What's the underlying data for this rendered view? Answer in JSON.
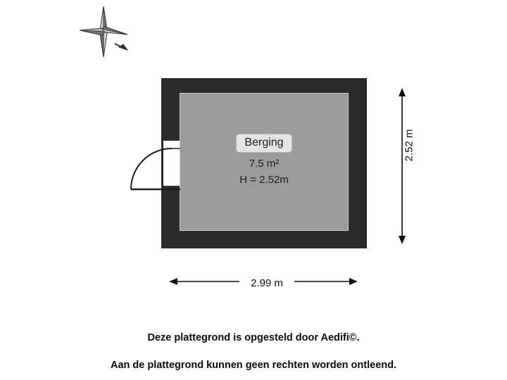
{
  "plan": {
    "room": {
      "name": "Berging",
      "area": "7.5 m²",
      "height": "H = 2.52m"
    },
    "dimensions": {
      "width_label": "2.99 m",
      "height_label": "2.52 m"
    },
    "compass": {
      "icon": "compass-rose-icon"
    },
    "door": {
      "icon": "door-swing-icon"
    }
  },
  "footer": {
    "line1": "Deze plattegrond is opgesteld door Aedifi©.",
    "line2": "Aan de plattegrond kunnen geen rechten worden ontleend."
  },
  "colors": {
    "wall": "#2b2b2b",
    "floor": "#9b9b9b",
    "label_bg": "#e4e4e4",
    "text": "#111111"
  }
}
